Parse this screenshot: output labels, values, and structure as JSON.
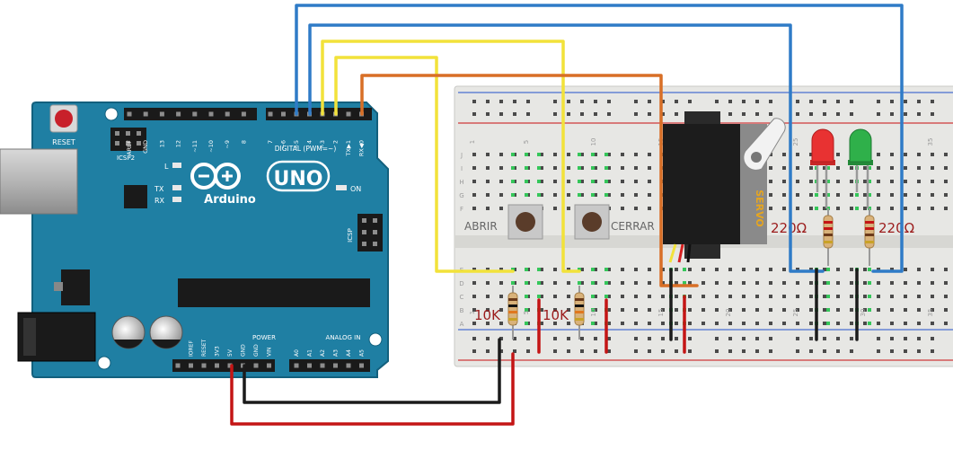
{
  "arduino": {
    "brand": "Arduino",
    "model": "UNO",
    "reset_label": "RESET",
    "icsp2_label": "ICSP2",
    "icsp_label": "ICSP",
    "digital_label": "DIGITAL (PWM=~)",
    "power_label": "POWER",
    "analog_label": "ANALOG IN",
    "on_label": "ON",
    "led_l_label": "L",
    "tx_label": "TX",
    "rx_label": "RX",
    "top_header_labels": [
      "AREF",
      "GND",
      "13",
      "12",
      "~11",
      "~10",
      "~9",
      "8",
      "7",
      "~6",
      "~5",
      "4",
      "~3",
      "2",
      "TX▶1",
      "RX◀0"
    ],
    "power_header_labels": [
      "IOREF",
      "RESET",
      "3V3",
      "5V",
      "GND",
      "GND",
      "VIN"
    ],
    "analog_header_labels": [
      "A0",
      "A1",
      "A2",
      "A3",
      "A4",
      "A5"
    ],
    "board_color": "#1f7fa3",
    "board_edge_color": "#13607d"
  },
  "breadboard": {
    "row_letters_top": [
      "J",
      "I",
      "H",
      "G",
      "F"
    ],
    "row_letters_bottom": [
      "E",
      "D",
      "C",
      "B",
      "A"
    ],
    "column_numbers": [
      "1",
      "5",
      "10",
      "15",
      "20",
      "25",
      "30",
      "35"
    ]
  },
  "components": {
    "button_open_label": "ABRIR",
    "button_close_label": "CERRAR",
    "resistor_10k_left": "10K",
    "resistor_10k_right": "10K",
    "resistor_220_left": "220Ω",
    "resistor_220_right": "220Ω",
    "servo_label": "SERVO"
  },
  "colors": {
    "wire_blue": "#2f7bc7",
    "wire_yellow": "#f2e23a",
    "wire_orange": "#d86f26",
    "wire_red": "#c41515",
    "wire_black": "#1b1b1b",
    "led_red": "#e83232",
    "led_green": "#2fb04a",
    "label_red": "#9b1b1b"
  }
}
